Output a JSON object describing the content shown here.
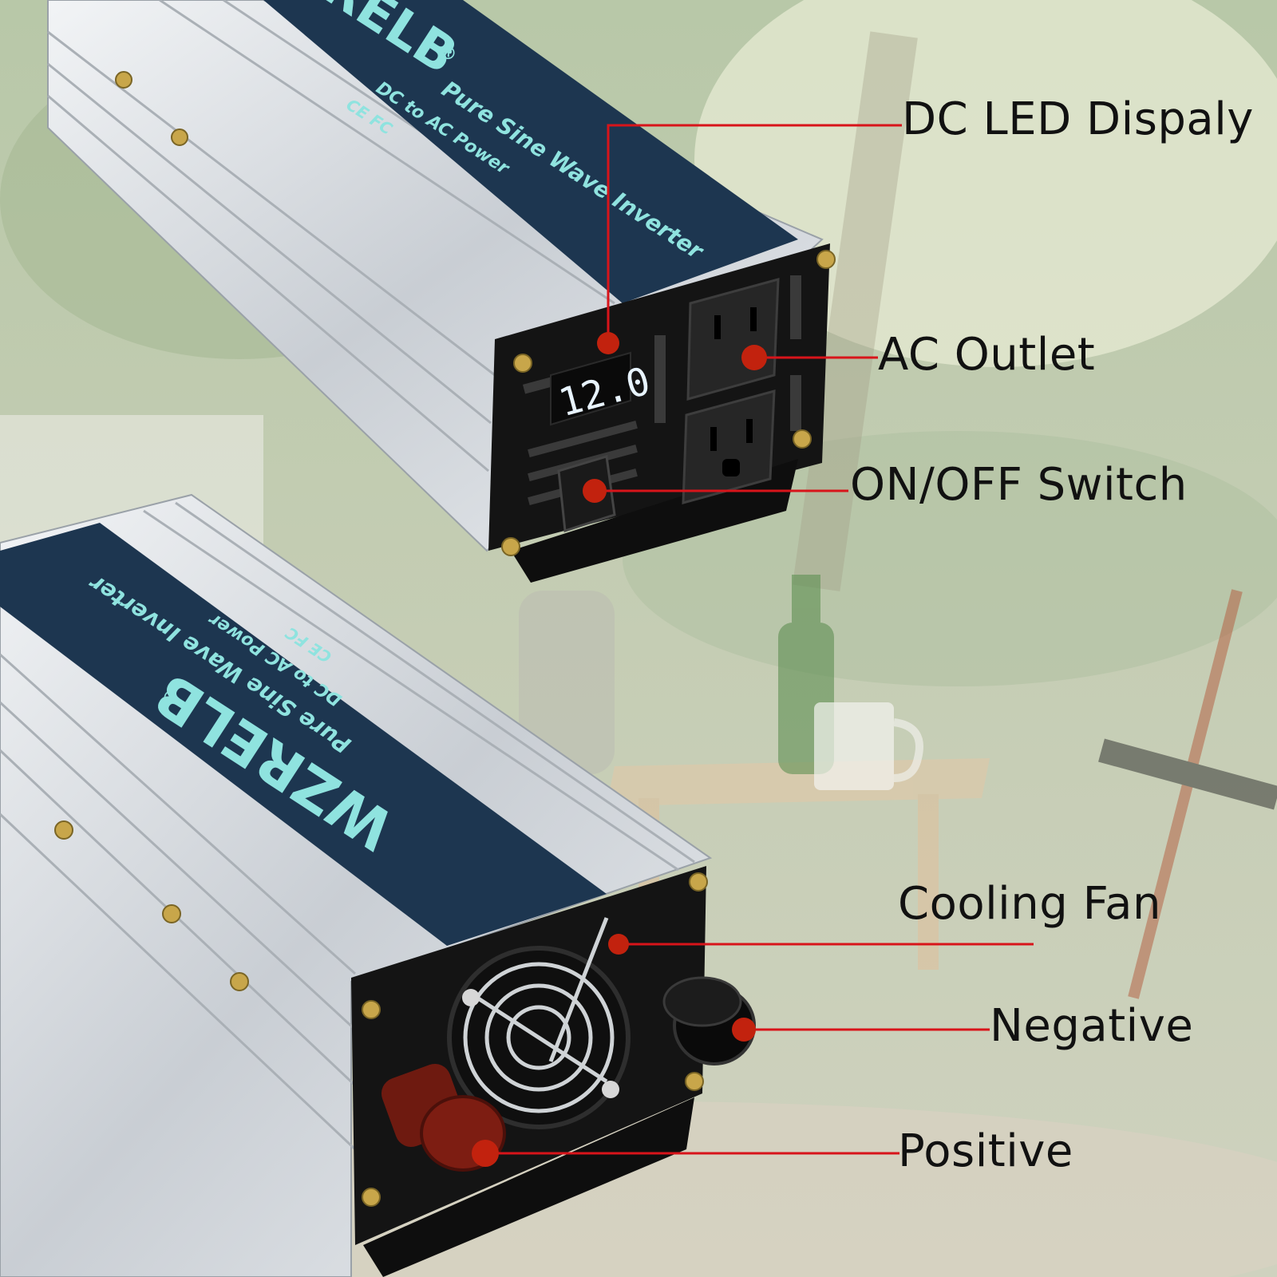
{
  "product": {
    "brand": "WZRELB",
    "registered_mark": "®",
    "line1": "Pure Sine Wave Inverter",
    "line2": "DC to AC Power",
    "marks": "CE FC",
    "display_reading": "12.0"
  },
  "callouts": {
    "dc_led_display": "DC LED Dispaly",
    "ac_outlet": "AC Outlet",
    "on_off_switch": "ON/OFF Switch",
    "cooling_fan": "Cooling Fan",
    "negative": "Negative",
    "positive": "Positive"
  },
  "colors": {
    "leader_line": "#d8141a",
    "marker_dot": "#c2220e",
    "label_strip": "#1d3650",
    "brand_text": "#8fe3df",
    "panel": "#141414",
    "positive_terminal": "#7d1d12"
  }
}
